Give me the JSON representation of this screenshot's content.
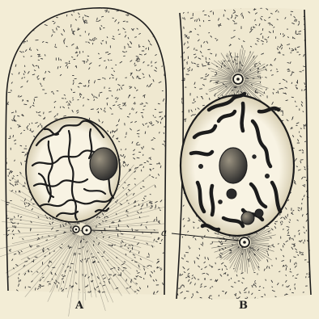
{
  "figure": {
    "panels": [
      {
        "id": "A",
        "label": "A"
      },
      {
        "id": "B",
        "label": "B"
      }
    ],
    "pointer_label": "a",
    "colors": {
      "background": "#f3edd6",
      "ink": "#1c1c1c",
      "cell_fill": "#efe8d0",
      "nucleus_fill": "#f8f3e3"
    }
  }
}
